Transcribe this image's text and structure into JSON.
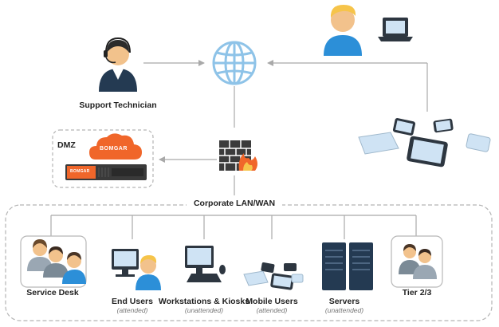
{
  "labels": {
    "support_technician": "Support Technician",
    "dmz": "DMZ",
    "corporate_lan_wan": "Corporate LAN/WAN",
    "service_desk": "Service Desk",
    "end_users": "End Users",
    "end_users_sub": "(attended)",
    "workstations": "Workstations & Kiosks",
    "workstations_sub": "(unattended)",
    "mobile_users": "Mobile Users",
    "mobile_users_sub": "(attended)",
    "servers": "Servers",
    "servers_sub": "(unattended)",
    "tier": "Tier 2/3"
  },
  "brand": {
    "cloud_logo": "BOMGAR",
    "appliance_logo": "BOMGAR"
  },
  "colors": {
    "line": "#a9a9a9",
    "globe": "#8ec3e8",
    "brand_orange": "#f0662a",
    "appliance_dark": "#3a3a3a",
    "skin": "#f2c28c",
    "hair_blond": "#f6c44a",
    "shirt_blue": "#2c8fd8",
    "navy": "#243a52",
    "device_blue": "#cfe3f4",
    "device_dark": "#2d3640"
  }
}
